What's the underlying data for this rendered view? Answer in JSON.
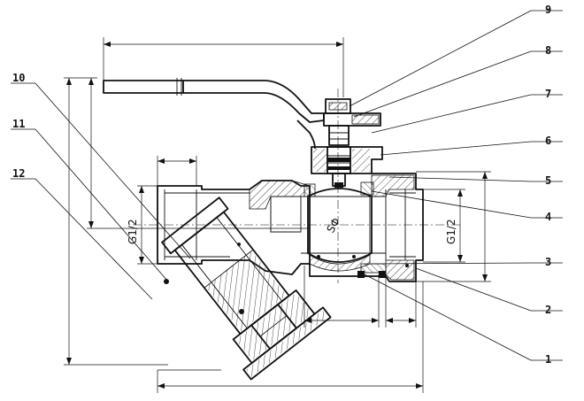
{
  "drawing": {
    "callouts": [
      {
        "num": "1"
      },
      {
        "num": "2"
      },
      {
        "num": "3"
      },
      {
        "num": "4"
      },
      {
        "num": "5"
      },
      {
        "num": "6"
      },
      {
        "num": "7"
      },
      {
        "num": "8"
      },
      {
        "num": "9"
      },
      {
        "num": "10"
      },
      {
        "num": "11"
      },
      {
        "num": "12"
      }
    ],
    "thread_left": "G1/2",
    "thread_right": "G1/2",
    "ball_symbol": "SΦ",
    "colors": {
      "line": "#111111",
      "hatch": "#333333",
      "background": "#ffffff"
    }
  }
}
